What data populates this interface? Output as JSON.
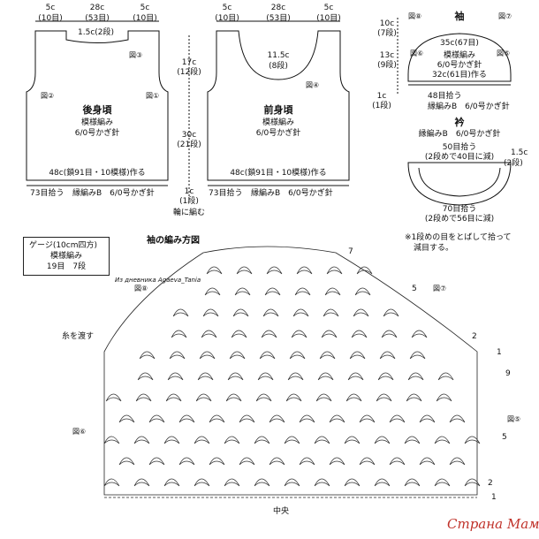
{
  "back": {
    "dims_top": [
      "5c",
      "28c",
      "5c"
    ],
    "dims_top_rows": [
      "(10目)",
      "(53目)",
      "(10目)"
    ],
    "neck": "1.5c(2段)",
    "title": "後身頃",
    "stitch": "模様編み",
    "hook": "6/0号かぎ針",
    "hem": "48c(鎖91目・10模様)作る",
    "pickup": "73目拾う",
    "edge": "縁編みB　6/0号かぎ針",
    "fig2": "図②",
    "fig1": "図①",
    "fig3": "図③"
  },
  "front": {
    "dims_top": [
      "5c",
      "28c",
      "5c"
    ],
    "dims_top_rows": [
      "(10目)",
      "(53目)",
      "(10目)"
    ],
    "neck": "11.5c",
    "neck_rows": "(8段)",
    "title": "前身頃",
    "stitch": "模様編み",
    "hook": "6/0号かぎ針",
    "hem": "48c(鎖91目・10模様)作る",
    "pickup": "73目拾う",
    "edge": "縁編みB　6/0号かぎ針",
    "fig4": "図④"
  },
  "side": {
    "armhole": "17c",
    "armhole_rows": "(12段)",
    "body": "30c",
    "body_rows": "(21段)",
    "edge": "1c",
    "edge_rows": "(1段)",
    "note": "輪に編む"
  },
  "sleeve": {
    "title": "袖",
    "top": [
      "10c",
      "(7段)"
    ],
    "mid": [
      "13c",
      "(9段)"
    ],
    "edge": [
      "1c",
      "(1段)"
    ],
    "width": "35c(67目)",
    "stitch": "模様編み",
    "hook": "6/0号かぎ針",
    "cast": "32c(61目)作る",
    "pickup": "48目拾う",
    "edge_label": "縁編みB　6/0号かぎ針",
    "fig8": "図⑧",
    "fig7": "図⑦",
    "fig6": "図⑥",
    "fig5": "図⑤"
  },
  "collar": {
    "title": "衿",
    "stitch": "縁編みB　6/0号かぎ針",
    "top": "50目拾う",
    "top2": "(2段めで40目に減)",
    "right": "1.5c",
    "right2": "(2段)",
    "bottom": "70目拾う",
    "bottom2": "(2段めで56目に減)",
    "note1": "※1段めの目をとばして拾って",
    "note2": "減目する。"
  },
  "gauge": {
    "title": "ゲージ(10cm四方)",
    "stitch": "模様編み",
    "value": "19目　7段"
  },
  "chart": {
    "title": "袖の編み方図",
    "credit": "Из дневника Agaeva_Tania",
    "center": "中央",
    "thread": "糸を渡す",
    "row_numbers": [
      "7",
      "5",
      "2",
      "1",
      "9",
      "5",
      "2",
      "1"
    ],
    "figs": [
      "図⑧",
      "図⑦",
      "図⑥",
      "図⑤"
    ]
  },
  "watermark": "Страна Мам"
}
